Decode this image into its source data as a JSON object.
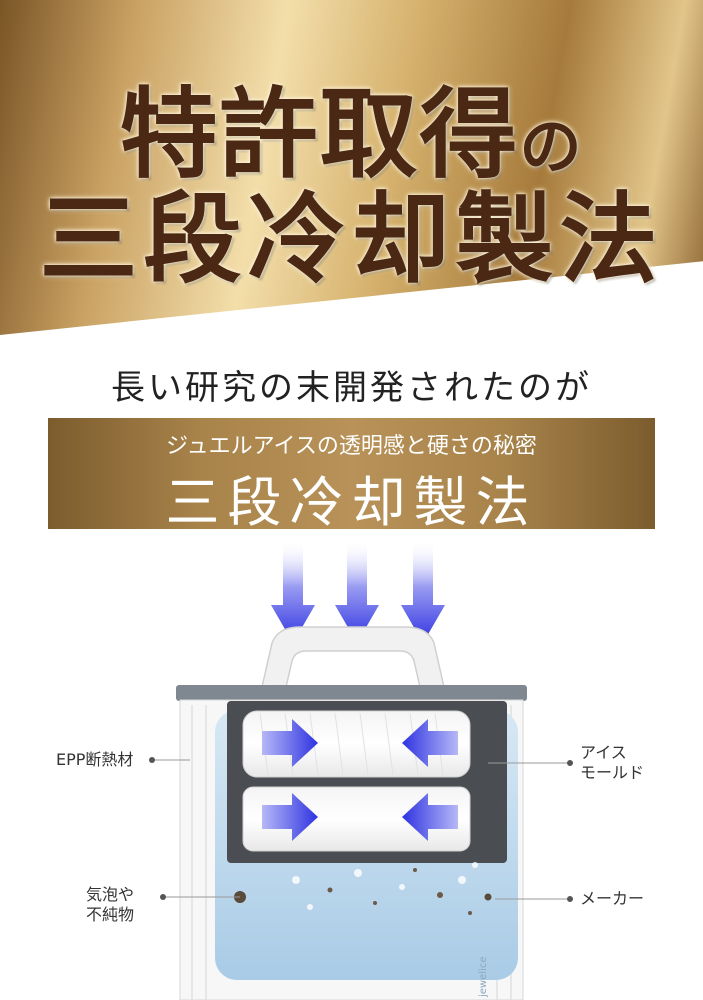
{
  "hero": {
    "line1_main": "特許取得",
    "line1_suffix": "の",
    "line2": "三段冷却製法"
  },
  "subhead": "長い研究の末開発されたのが",
  "banner": {
    "subtitle": "ジュエルアイスの透明感と硬さの秘密",
    "title": "三段冷却製法"
  },
  "labels": {
    "epp": "EPP断熱材",
    "ice_mold": [
      "アイス",
      "モールド"
    ],
    "bubbles": [
      "気泡や",
      "不純物"
    ],
    "maker": "メーカー",
    "brand_mark": "jewelice"
  },
  "colors": {
    "gold": "#b89258",
    "hero_text": "#4a2813",
    "arrow_blue": "#3a3ae0",
    "water": "#bcd9ee"
  }
}
